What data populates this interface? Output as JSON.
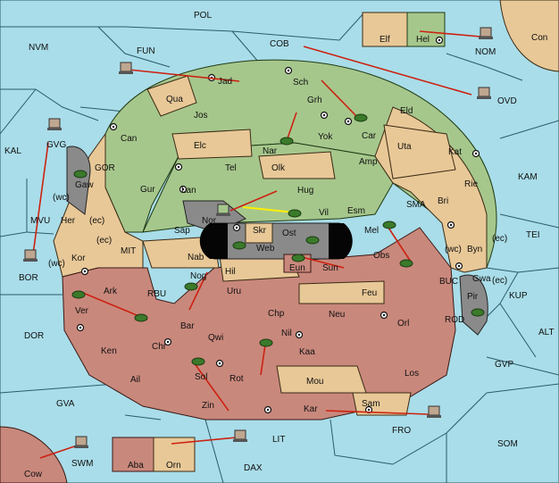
{
  "board": {
    "colors": {
      "sea": "#a9dde9",
      "green_power": "#a6c78c",
      "tan_power": "#e8c897",
      "rose_power": "#c9887c",
      "gray_power": "#8a8a8a",
      "order_arrow": "#cc2211",
      "support_arrow": "#ffee00"
    },
    "labels": {
      "POL": "POL",
      "NVM": "NVM",
      "FUN": "FUN",
      "COB": "COB",
      "Elf": "Elf",
      "Hel": "Hel",
      "Con": "Con",
      "NOM": "NOM",
      "OVD": "OVD",
      "KAL": "KAL",
      "GVG": "GVG",
      "GOR": "GOR",
      "KAM": "KAM",
      "MVU": "MVU",
      "BOR": "BOR",
      "SMA": "SMA",
      "TEI": "TEI",
      "MIT": "MIT",
      "RBU": "RBU",
      "BUC": "BUC",
      "KUP": "KUP",
      "ROD": "ROD",
      "ALT": "ALT",
      "DOR": "DOR",
      "GVP": "GVP",
      "GVA": "GVA",
      "FRO": "FRO",
      "SOM": "SOM",
      "LIT": "LIT",
      "DAX": "DAX",
      "SWM": "SWM",
      "Cow": "Cow",
      "Aba": "Aba",
      "Orn": "Orn",
      "Jad": "Jad",
      "Sch": "Sch",
      "Qua": "Qua",
      "Jos": "Jos",
      "Grh": "Grh",
      "Eld": "Eld",
      "Can": "Can",
      "Car": "Car",
      "Uta": "Uta",
      "Elc": "Elc",
      "Nar": "Nar",
      "Yok": "Yok",
      "Kat": "Kat",
      "Gur": "Gur",
      "Tel": "Tel",
      "Olk": "Olk",
      "Amp": "Amp",
      "Gaw": "Gaw",
      "Lan": "Lan",
      "Hug": "Hug",
      "Rie": "Rie",
      "Her": "Her",
      "Nor": "Nor",
      "Vil": "Vil",
      "Esm": "Esm",
      "Bri": "Bri",
      "Sap": "Sap",
      "Skr": "Skr",
      "Ost": "Ost",
      "Mel": "Mel",
      "Kor": "Kor",
      "Web": "Web",
      "Byn": "Byn",
      "Nab": "Nab",
      "Eun": "Eun",
      "Sun": "Sun",
      "Obs": "Obs",
      "Gwa": "Gwa",
      "Hil": "Hil",
      "Nog": "Nog",
      "Ark": "Ark",
      "Pir": "Pir",
      "Uru": "Uru",
      "Feu": "Feu",
      "Ver": "Ver",
      "Chp": "Chp",
      "Neu": "Neu",
      "Orl": "Orl",
      "Bar": "Bar",
      "Qwi": "Qwi",
      "Nil": "Nil",
      "Chr": "Chr",
      "Ken": "Ken",
      "Kaa": "Kaa",
      "Los": "Los",
      "Ail": "Ail",
      "Sol": "Sol",
      "Rot": "Rot",
      "Mou": "Mou",
      "Zin": "Zin",
      "Kar": "Kar",
      "Sam": "Sam",
      "wc": "(wc)",
      "ec": "(ec)"
    }
  }
}
